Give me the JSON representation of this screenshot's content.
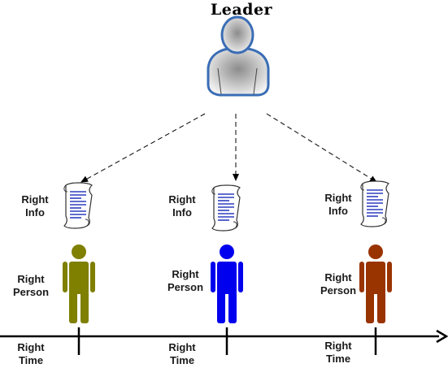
{
  "leader": {
    "title": "Leader",
    "icon": "user-avatar-icon",
    "colors": {
      "outline": "#3a6db5",
      "fill_light": "#f2f2f2",
      "fill_dark": "#8c8c8c"
    }
  },
  "columns": [
    {
      "id": "left",
      "info_label": "Right\nInfo",
      "person_label": "Right\nPerson",
      "time_label": "Right\nTime",
      "person_color": "#7f7f00",
      "info_icon": "scroll-document-icon",
      "person_icon": "person-icon"
    },
    {
      "id": "center",
      "info_label": "Right\nInfo",
      "person_label": "Right\nPerson",
      "time_label": "Right\nTime",
      "person_color": "#0000ee",
      "info_icon": "scroll-document-icon",
      "person_icon": "person-icon"
    },
    {
      "id": "right",
      "info_label": "Right\nInfo",
      "person_label": "Right\nPerson",
      "time_label": "Right\nTime",
      "person_color": "#993300",
      "info_icon": "scroll-document-icon",
      "person_icon": "person-icon"
    }
  ],
  "timeline": {
    "icon": "timeline-arrow"
  },
  "scroll_colors": {
    "lines": "#2e3fbf",
    "outline": "#333333"
  }
}
